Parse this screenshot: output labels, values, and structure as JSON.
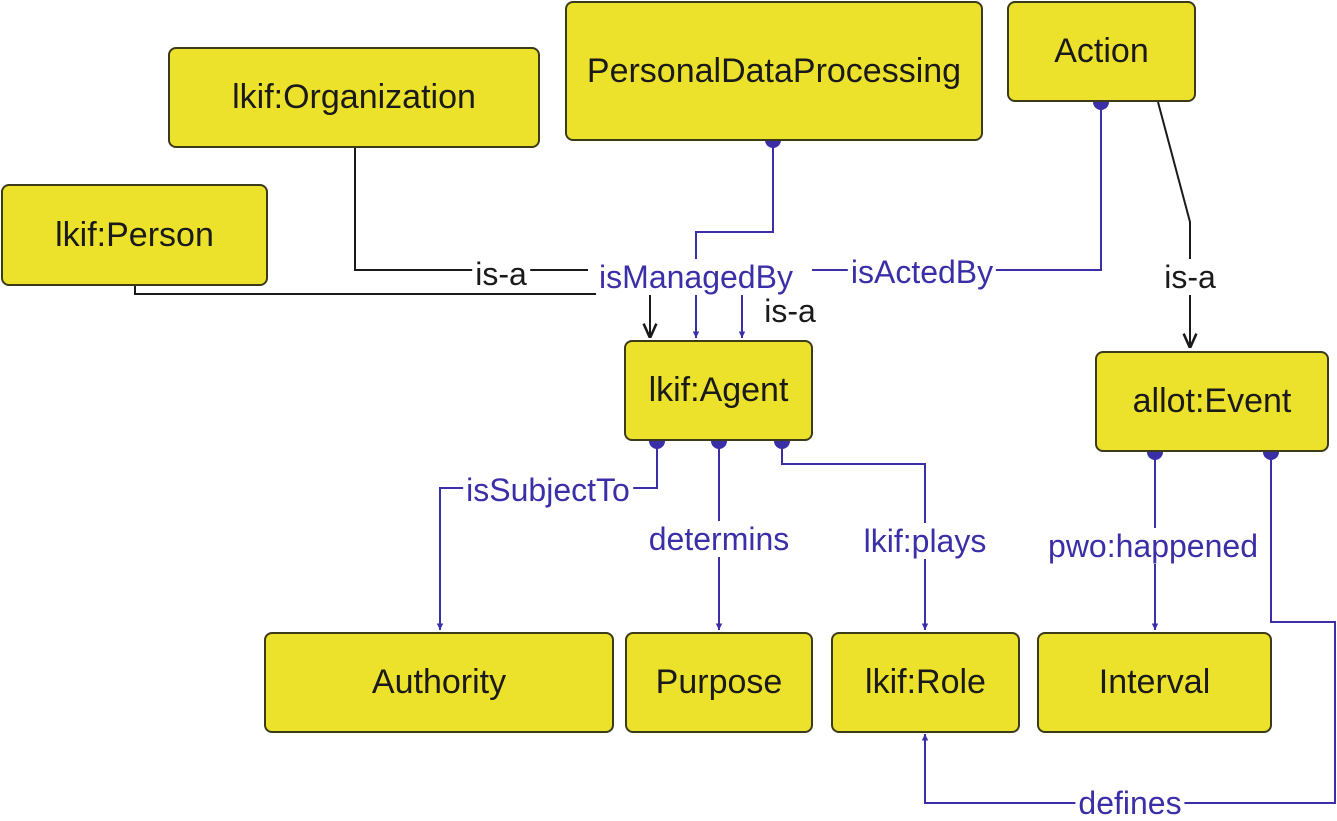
{
  "colors": {
    "node_fill": "#ede22b",
    "object_property": "#3b2fa8",
    "subclass": "#1a1a1a"
  },
  "nodes": {
    "pdp": "PersonalDataProcessing",
    "action": "Action",
    "organization": "lkif:Organization",
    "person": "lkif:Person",
    "agent": "lkif:Agent",
    "event": "allot:Event",
    "authority": "Authority",
    "purpose": "Purpose",
    "role": "lkif:Role",
    "interval": "Interval"
  },
  "edges": {
    "isa_org": "is-a",
    "isa_person": "is-a",
    "isa_action": "is-a",
    "isManagedBy": "isManagedBy",
    "isActedBy": "isActedBy",
    "isSubjectTo": "isSubjectTo",
    "determins": "determins",
    "plays": "lkif:plays",
    "happened": "pwo:happened",
    "defines": "defines"
  }
}
